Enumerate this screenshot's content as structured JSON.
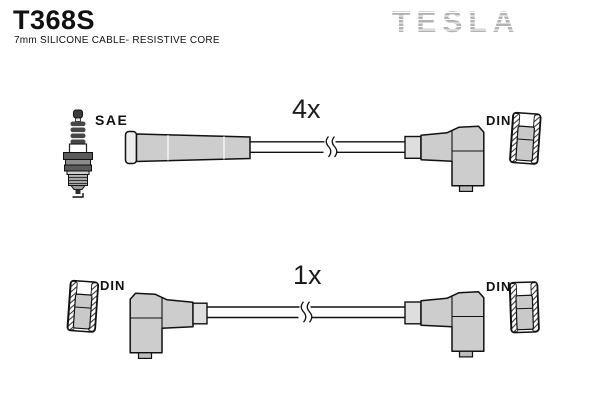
{
  "header": {
    "part_number": "T368S",
    "subtitle": "7mm SILICONE CABLE- RESISTIVE CORE",
    "brand": "TESLA"
  },
  "top_cable": {
    "quantity": "4x",
    "plug_end": "SAE",
    "distributor_end": "DIN"
  },
  "bottom_cable": {
    "quantity": "1x",
    "left_end": "DIN",
    "right_end": "DIN"
  },
  "colors": {
    "logo_gray": "#b3b3b3",
    "boot_fill": "#cdcdcd",
    "sleeve_fill": "#dedede",
    "socket_plug_fill": "#c9c9c9",
    "outline": "#111111",
    "background": "#ffffff"
  },
  "icons": {
    "spark_plug": "spark-plug-icon",
    "straight_boot": "straight-boot-icon",
    "angled_boot": "angled-boot-icon",
    "din_socket": "din-socket-cross-section-icon",
    "cable_break": "cable-break-icon"
  }
}
